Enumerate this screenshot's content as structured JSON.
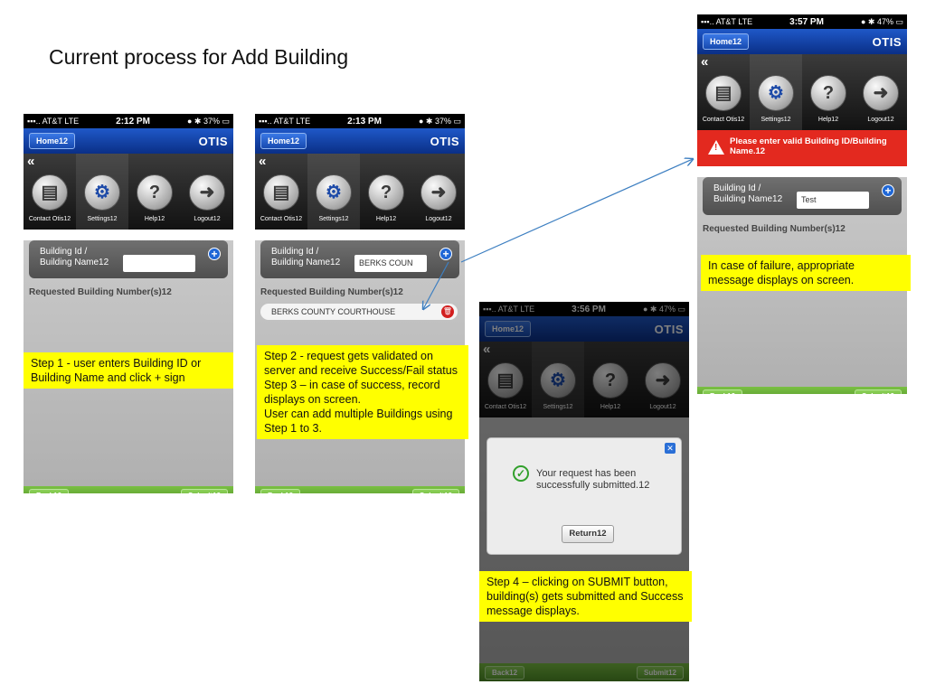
{
  "slide_title": "Current process for Add Building",
  "phone": {
    "carrier": "AT&T",
    "network": "LTE",
    "home_label": "Home12",
    "brand": "OTIS",
    "contact_label": "Contact Otis12",
    "settings_label": "Settings12",
    "help_label": "Help12",
    "logout_label": "Logout12",
    "building_label_line1": "Building Id /",
    "building_label_line2": "Building Name12",
    "requested_label": "Requested Building Number(s)12",
    "back_label": "Back12",
    "submit_label": "Submit12"
  },
  "screens": [
    {
      "time": "2:12 PM",
      "battery": "37%",
      "input_value": ""
    },
    {
      "time": "2:13 PM",
      "battery": "37%",
      "input_value": "BERKS COUN",
      "record": "BERKS COUNTY COURTHOUSE"
    },
    {
      "time": "3:56 PM",
      "battery": "47%",
      "dialog_message": "Your request has been successfully submitted.12",
      "return_label": "Return12"
    },
    {
      "time": "3:57 PM",
      "battery": "47%",
      "input_value": "Test",
      "error_message": "Please enter valid Building ID/Building Name.12"
    }
  ],
  "notes": {
    "step1": "Step 1 - user enters Building ID or Building Name and click + sign",
    "step2": "Step 2 - request gets validated on server and receive Success/Fail status",
    "step3": "Step 3 – in case of success, record displays on screen.",
    "multi": "User can add multiple Buildings using Step 1 to 3.",
    "step4": "Step 4 – clicking on SUBMIT button, building(s) gets submitted and Success message displays.",
    "failure": "In case of failure, appropriate message displays on screen."
  },
  "colors": {
    "nav_blue": "#0a2f86",
    "action_green": "#5fa434",
    "error_red": "#e3291f",
    "note_yellow": "#ffff00",
    "arrow": "#3d7fc1"
  },
  "icons": [
    "signal-icon",
    "bluetooth-icon",
    "battery-icon",
    "double-chevron-left-icon",
    "chat-icon",
    "gears-icon",
    "question-icon",
    "logout-icon",
    "plus-icon",
    "trash-icon",
    "close-icon",
    "check-icon",
    "warning-icon",
    "arrow-icon"
  ]
}
